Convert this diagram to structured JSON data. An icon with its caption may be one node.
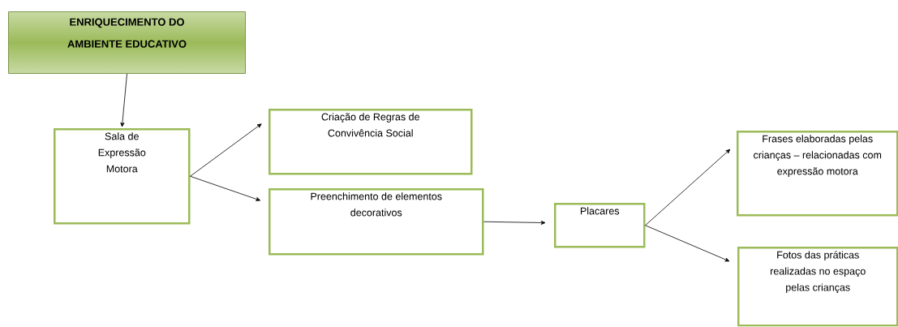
{
  "diagram": {
    "nodes": [
      {
        "text": [
          "ENRIQUECIMENTO DO AMBIENTE EDUCATIVO"
        ]
      },
      {
        "text": [
          "Sala de Expressão Motora"
        ]
      },
      {
        "text": [
          "Criação de Regras de Convivência Social"
        ]
      },
      {
        "text": [
          "Preenchimento de elementos decorativos"
        ]
      },
      {
        "text": [
          "Placares"
        ]
      },
      {
        "text": [
          "Frases elaboradas pelas crianças – relacionadas com expressão motora"
        ]
      },
      {
        "text": [
          "Fotos das práticas realizadas no espaço pelas crianças"
        ]
      }
    ],
    "edges": [
      {
        "from": 0,
        "to": 1,
        "arrow": "to"
      },
      {
        "from": 1,
        "to": 2,
        "arrow": "to"
      },
      {
        "from": 1,
        "to": 3,
        "arrow": "to"
      },
      {
        "from": 3,
        "to": 4,
        "arrow": "to"
      },
      {
        "from": 4,
        "to": 5,
        "arrow": "to"
      },
      {
        "from": 4,
        "to": 6,
        "arrow": "to"
      }
    ]
  }
}
